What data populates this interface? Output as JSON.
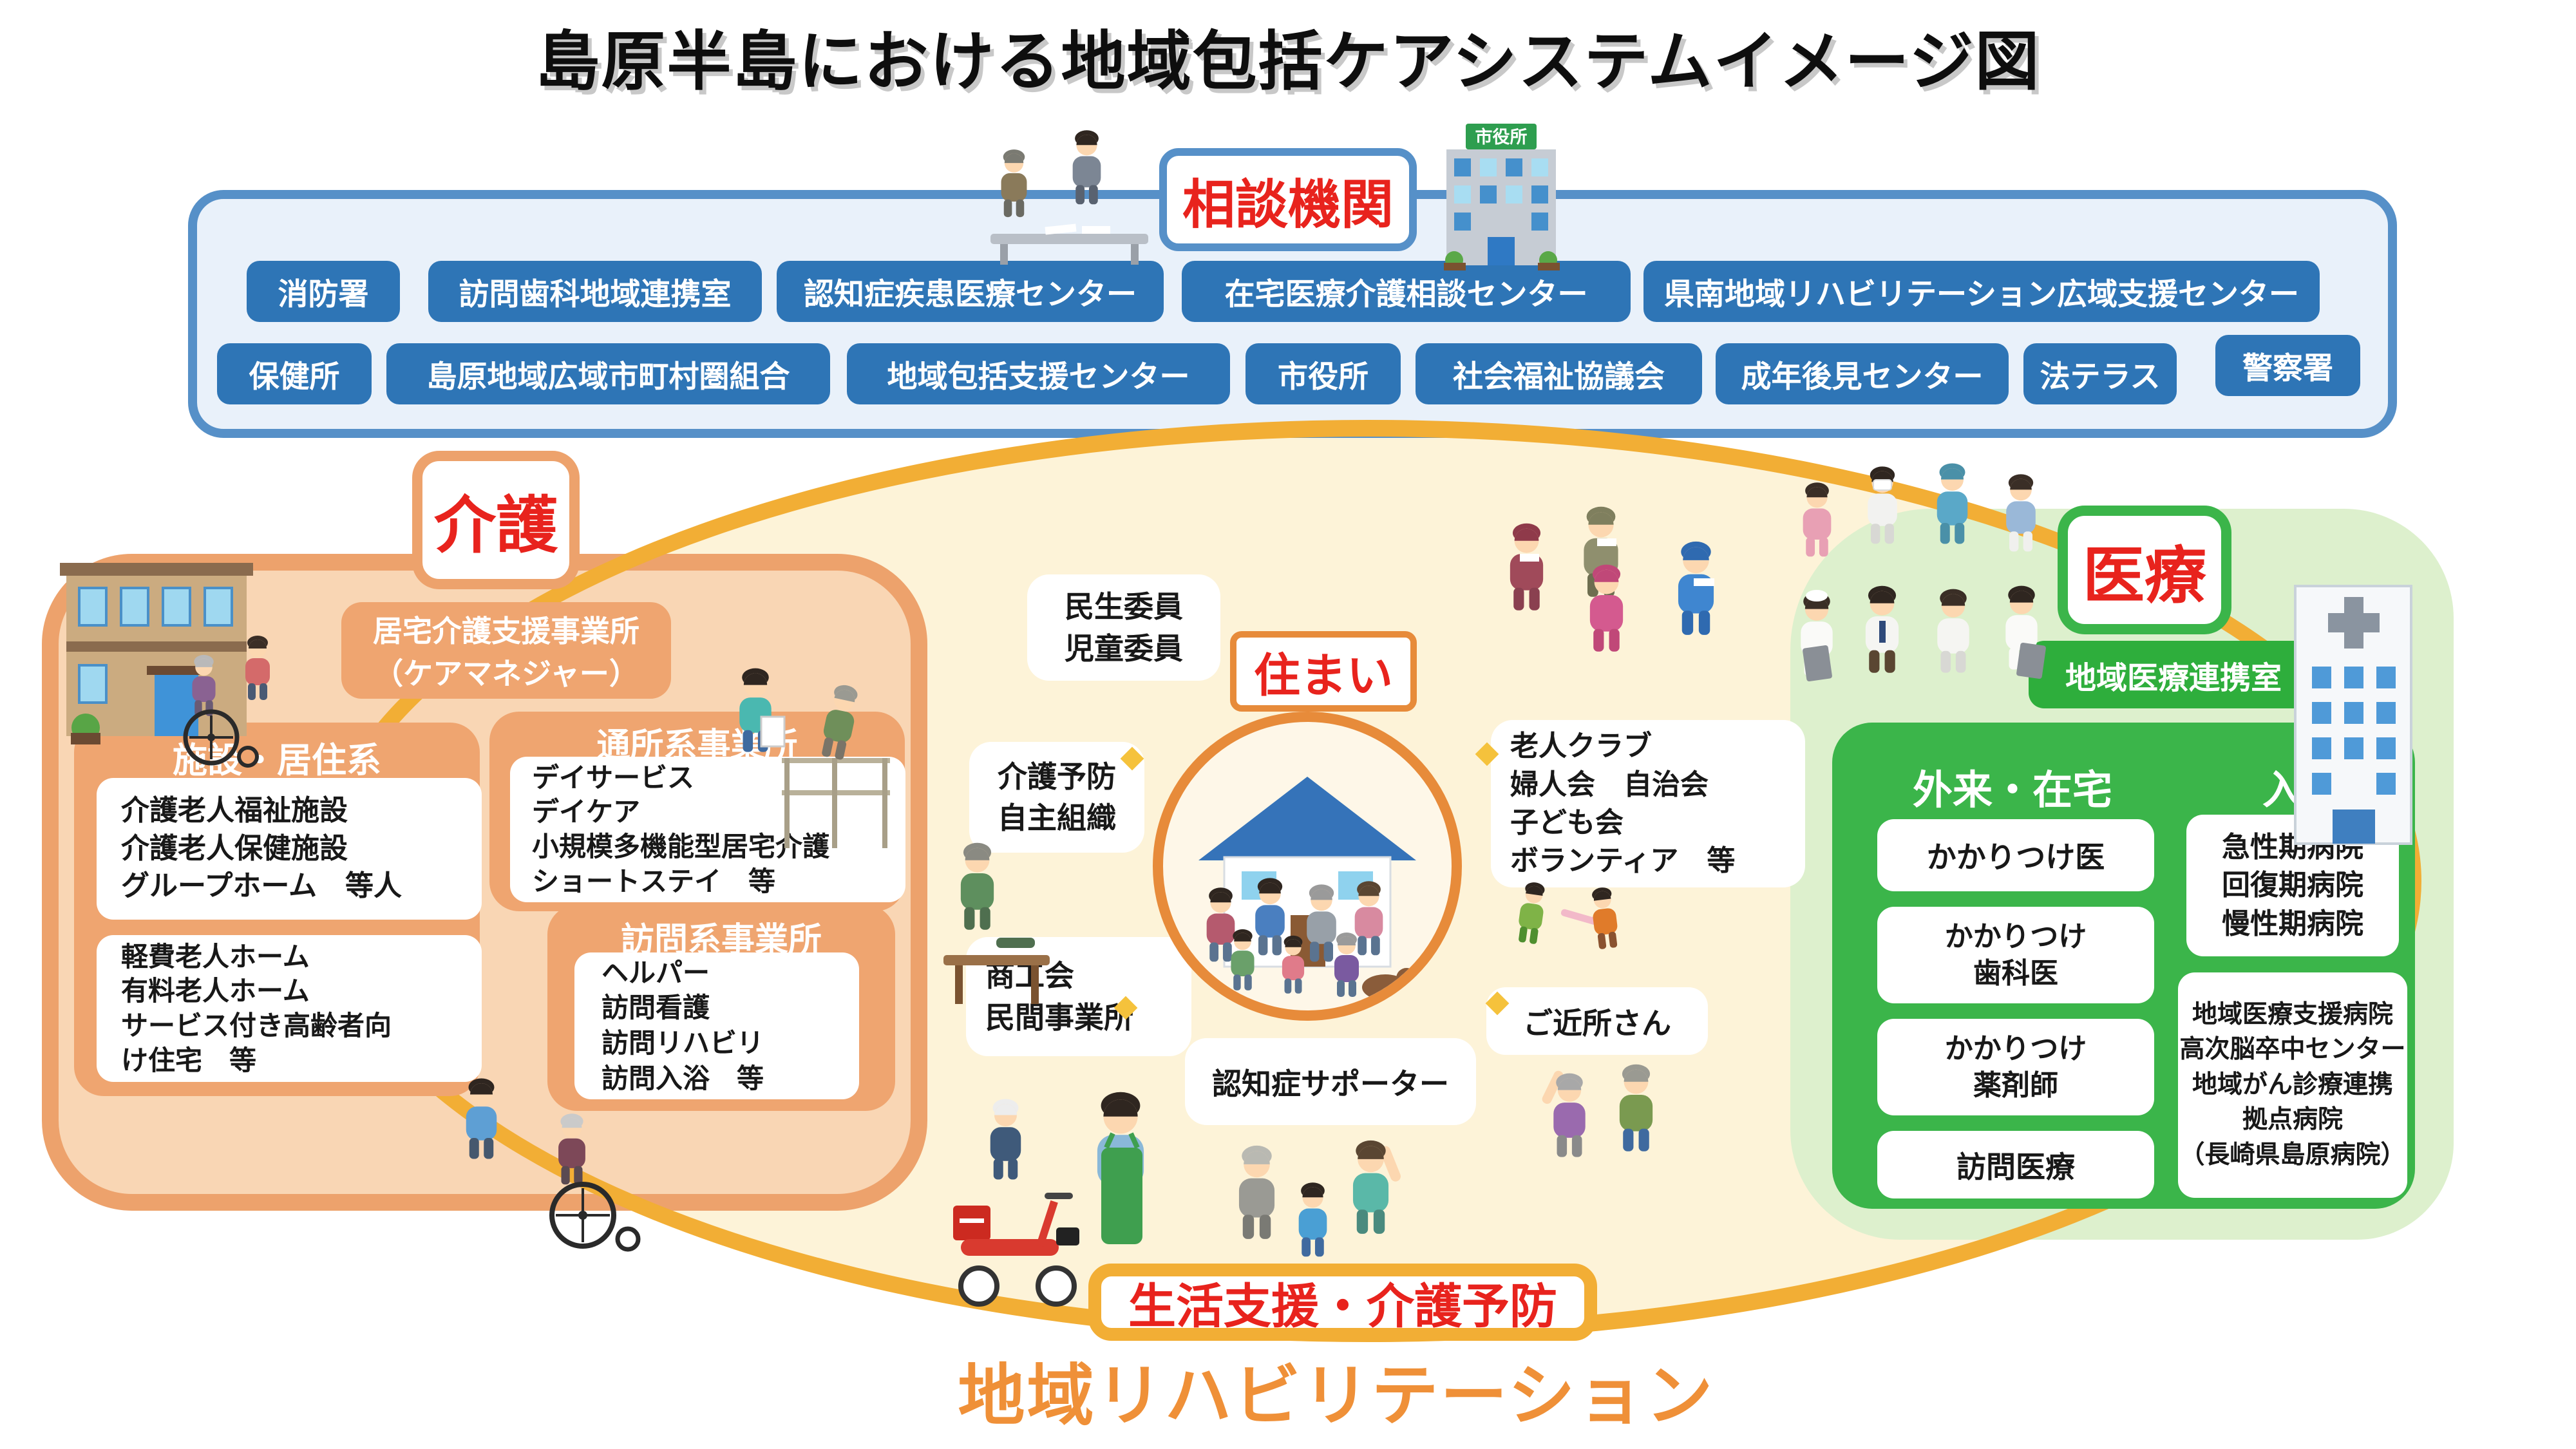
{
  "title": "島原半島における地域包括ケアシステムイメージ図",
  "consult_panel": {
    "label": "相談機関",
    "city_hall_sign": "市役所",
    "row1": [
      "消防署",
      "訪問歯科地域連携室",
      "認知症疾患医療センター",
      "在宅医療介護相談センター",
      "県南地域リハビリテーション広域支援センター"
    ],
    "row2": [
      "保健所",
      "島原地域広域市町村圏組合",
      "地域包括支援センター",
      "市役所",
      "社会福祉協議会",
      "成年後見センター",
      "法テラス",
      "警察署"
    ]
  },
  "care_section": {
    "label": "介護",
    "care_office_line1": "居宅介護支援事業所",
    "care_office_line2": "（ケアマネジャー）",
    "facility": {
      "header": "施設・居住系",
      "box1": [
        "介護老人福祉施設",
        "介護老人保健施設",
        "グループホーム　等人"
      ],
      "box2": [
        "軽費老人ホーム",
        "有料老人ホーム",
        "サービス付き高齢者向",
        "け住宅　等"
      ]
    },
    "day_office": {
      "header": "通所系事業所",
      "items": [
        "デイサービス",
        "デイケア",
        "小規模多機能型居宅介護",
        "ショートステイ　等"
      ]
    },
    "visit_office": {
      "header": "訪問系事業所",
      "items": [
        "ヘルパー",
        "訪問看護",
        "訪問リハビリ",
        "訪問入浴　等"
      ]
    }
  },
  "center": {
    "minsei": [
      "民生委員",
      "児童委員"
    ],
    "housing_label": "住まい",
    "kaigo_yobo": [
      "介護予防",
      "自主組織"
    ],
    "shokokai": [
      "商工会",
      "民間事業所"
    ],
    "dementia_supporter": "認知症サポーター",
    "community_groups": [
      "老人クラブ",
      "婦人会　自治会",
      "子ども会",
      "ボランティア　等"
    ],
    "neighbors": "ご近所さん"
  },
  "medical_section": {
    "label": "医療",
    "liaison": "地域医療連携室",
    "outpatient": {
      "header": "外来・在宅",
      "box1": "かかりつけ医",
      "box2": [
        "かかりつけ",
        "歯科医"
      ],
      "box3": [
        "かかりつけ",
        "薬剤師"
      ],
      "box4": "訪問医療"
    },
    "inpatient": {
      "header": "入院",
      "box1": [
        "急性期病院",
        "回復期病院",
        "慢性期病院"
      ],
      "box2": [
        "地域医療支援病院",
        "高次脳卒中センター",
        "地域がん診療連携",
        "拠点病院",
        "（長崎県島原病院）"
      ]
    }
  },
  "bottom": {
    "life_support": "生活支援・介護予防",
    "rehabilitation": "地域リハビリテーション"
  },
  "colors": {
    "panel_blue_bg": "#e9f1fa",
    "panel_blue_border": "#5690c8",
    "button_blue": "#2e75b6",
    "accent_red": "#e8231d",
    "ellipse_gold": "#f2ae35",
    "ellipse_fill": "#fdf3d8",
    "care_orange_fill": "#f9d6b4",
    "care_orange_border": "#eda26c",
    "care_orange_sub": "#efa570",
    "medical_green_light": "#ddf0cd",
    "medical_green": "#3bb54a",
    "rehab_orange": "#ef9038"
  }
}
